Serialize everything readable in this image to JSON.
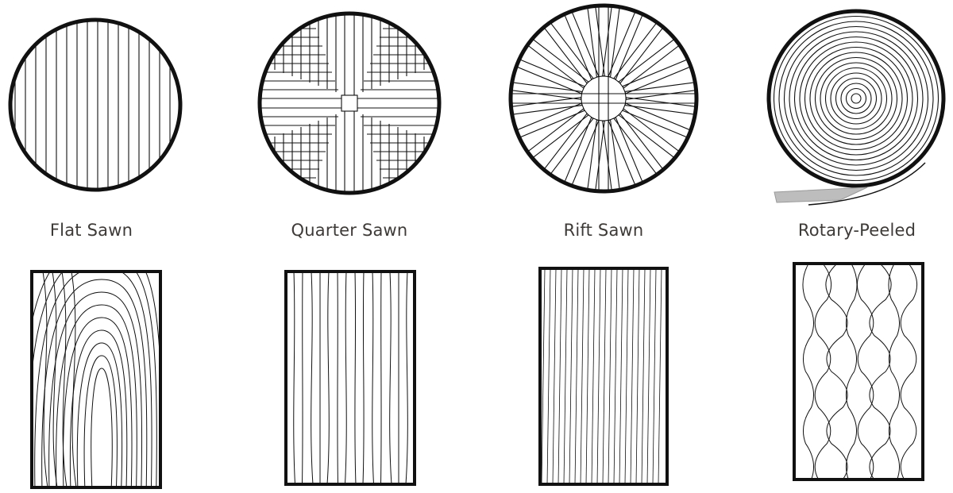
{
  "methods": [
    {
      "id": "flat",
      "label": "Flat Sawn",
      "log_icon": "flat-sawn-log-icon",
      "board_icon": "flat-sawn-grain-icon"
    },
    {
      "id": "quarter",
      "label": "Quarter Sawn",
      "log_icon": "quarter-sawn-log-icon",
      "board_icon": "quarter-sawn-grain-icon"
    },
    {
      "id": "rift",
      "label": "Rift Sawn",
      "log_icon": "rift-sawn-log-icon",
      "board_icon": "rift-sawn-grain-icon"
    },
    {
      "id": "rotary",
      "label": "Rotary-Peeled",
      "log_icon": "rotary-peeled-log-icon",
      "board_icon": "rotary-peeled-grain-icon"
    }
  ],
  "colors": {
    "ink": "#111111",
    "label": "#3d3a37",
    "blade": "#bdbdbd",
    "background": "#ffffff"
  }
}
